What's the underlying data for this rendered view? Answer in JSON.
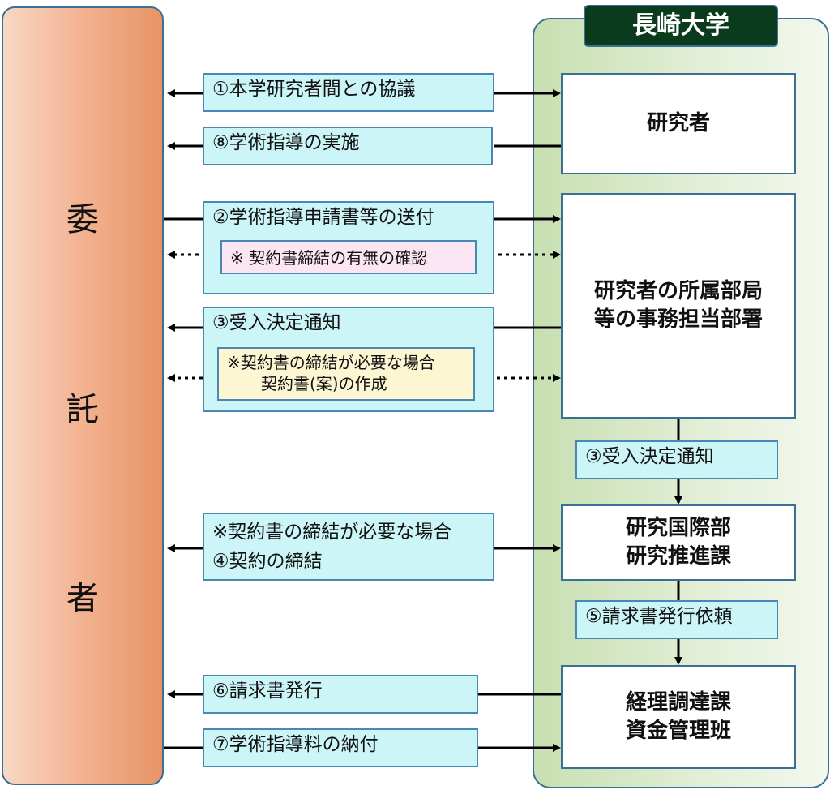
{
  "client": {
    "chars": [
      "委",
      "託",
      "者"
    ]
  },
  "university": {
    "title": "長崎大学",
    "researcher": "研究者",
    "dept_office_line1": "研究者の所属部局",
    "dept_office_line2": "等の事務担当部署",
    "research_intl_line1": "研究国際部",
    "research_intl_line2": "研究推進課",
    "accounting_line1": "経理調達課",
    "accounting_line2": "資金管理班"
  },
  "steps": {
    "s1": "①本学研究者間との協議",
    "s8": "⑧学術指導の実施",
    "s2": "②学術指導申請書等の送付",
    "s2_note": "※ 契約書締結の有無の確認",
    "s3": "③受入決定通知",
    "s3_note_line1": "※契約書の締結が必要な場合",
    "s3_note_line2": "契約書(案)の作成",
    "s3_internal": "③受入決定通知",
    "s4_line1": "※契約書の締結が必要な場合",
    "s4_line2": "④契約の締結",
    "s5": "⑤請求書発行依頼",
    "s6": "⑥請求書発行",
    "s7": "⑦学術指導料の納付"
  }
}
